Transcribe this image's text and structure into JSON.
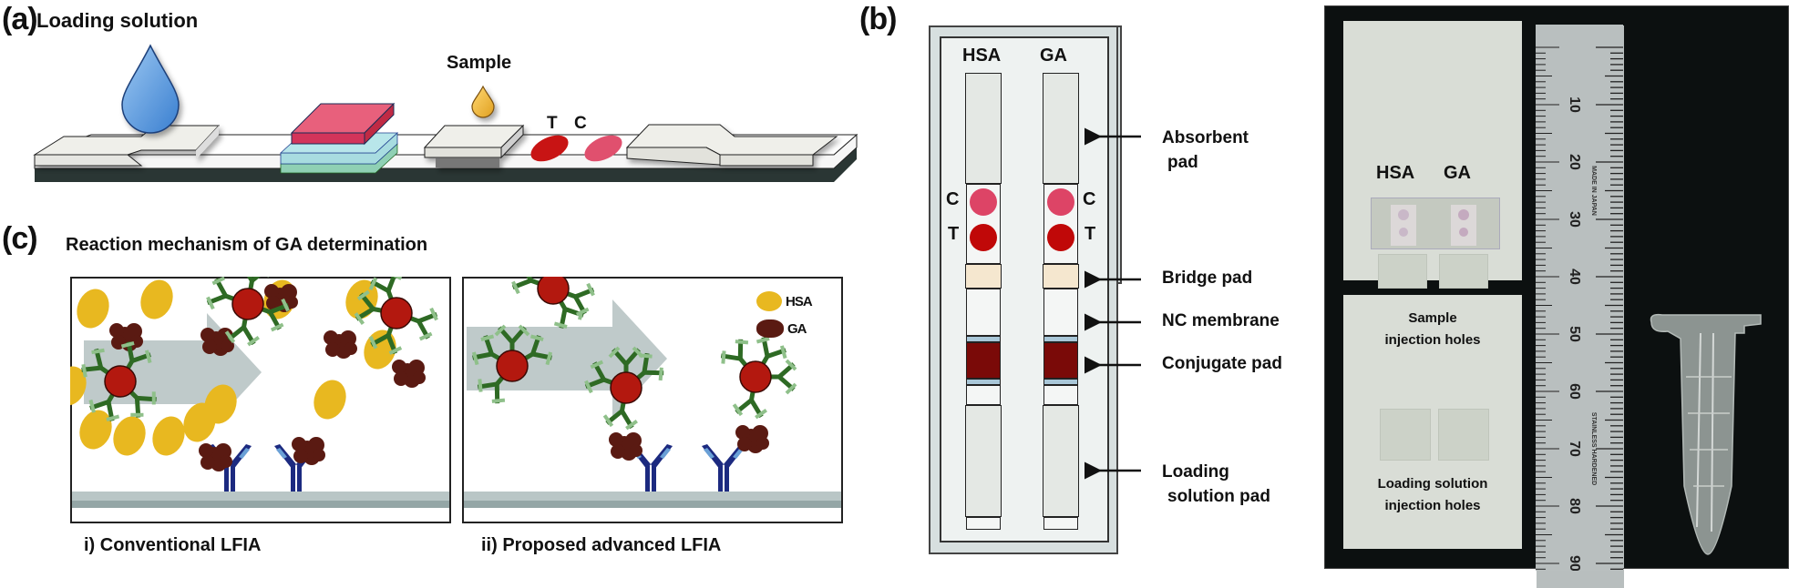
{
  "panel_a": {
    "letter": "(a)",
    "loading_solution_label": "Loading solution",
    "sample_label": "Sample",
    "test_line_label": "T",
    "control_line_label": "C",
    "colors": {
      "loading_drop": "#5b9ee0",
      "sample_drop": "#f0b93a",
      "conjugate_pad_top": "#e8607c",
      "pad_blue": "#a8dce0",
      "pad_green": "#a7dcc0",
      "test_line": "#c81414",
      "control_line": "#e0506e",
      "backing": "#2a3634"
    }
  },
  "panel_b": {
    "letter": "(b)",
    "strip_labels": [
      "HSA",
      "GA"
    ],
    "line_labels": {
      "control": "C",
      "test": "T"
    },
    "callouts": [
      {
        "line1": "Absorbent",
        "line2": "pad"
      },
      {
        "line1": "Bridge pad",
        "line2": ""
      },
      {
        "line1": "NC membrane",
        "line2": ""
      },
      {
        "line1": "Conjugate pad",
        "line2": ""
      },
      {
        "line1": "Loading",
        "line2": "solution pad"
      }
    ],
    "photo": {
      "strip_labels": [
        "HSA",
        "GA"
      ],
      "sample_holes_label_1": "Sample",
      "sample_holes_label_2": "injection holes",
      "loading_holes_label_1": "Loading solution",
      "loading_holes_label_2": "injection holes",
      "ruler_marks": [
        "10",
        "20",
        "30",
        "40",
        "50",
        "60",
        "70",
        "80",
        "90"
      ],
      "ruler_text_1": "MADE IN JAPAN",
      "ruler_text_2": "STAINLESS HARDENED"
    }
  },
  "panel_c": {
    "letter": "(c)",
    "title": "Reaction mechanism of GA determination",
    "legend": [
      {
        "label": "HSA",
        "color": "#e8b820"
      },
      {
        "label": "GA",
        "color": "#5a1a12"
      }
    ],
    "caption_i": "i) Conventional LFIA",
    "caption_ii": "ii) Proposed advanced LFIA"
  }
}
